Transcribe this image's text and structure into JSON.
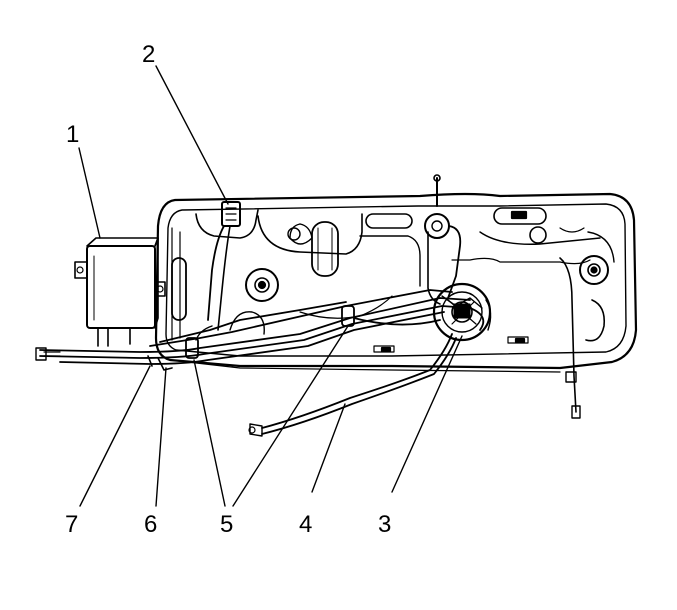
{
  "diagram": {
    "colors": {
      "ink": "#000000",
      "background": "#ffffff"
    },
    "callouts": [
      {
        "id": "c1",
        "label": "1"
      },
      {
        "id": "c2",
        "label": "2"
      },
      {
        "id": "c3",
        "label": "3"
      },
      {
        "id": "c4",
        "label": "4"
      },
      {
        "id": "c5",
        "label": "5"
      },
      {
        "id": "c6",
        "label": "6"
      },
      {
        "id": "c7",
        "label": "7"
      }
    ]
  }
}
